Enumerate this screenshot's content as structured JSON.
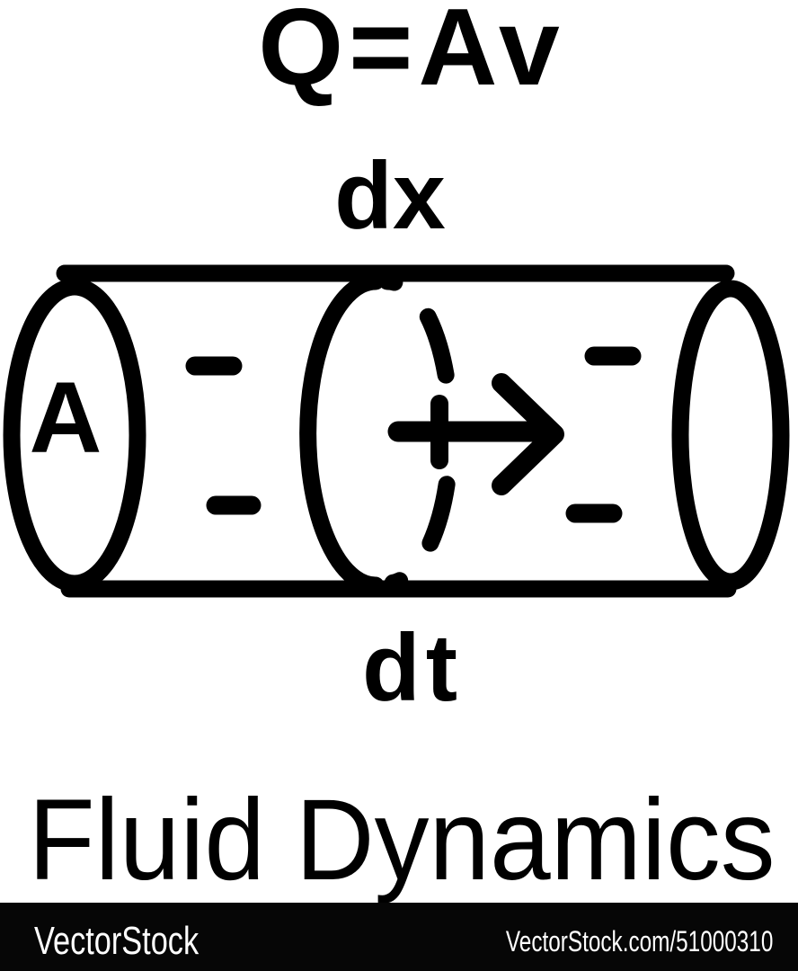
{
  "formula": {
    "text": "Q=Av"
  },
  "labels": {
    "dx": "dx",
    "dt": "dt",
    "area": "A"
  },
  "title": {
    "text": "Fluid Dynamics"
  },
  "watermark": {
    "brand": "VectorStock",
    "url": "VectorStock.com/51000310"
  },
  "colors": {
    "ink": "#000000",
    "background": "#ffffff",
    "bar": "#060606",
    "bar_text": "#ffffff"
  },
  "diagram": {
    "description": "Pipe (cylinder) with cross-section area A, dashed moving fluid disc, flow arrow to the right"
  }
}
